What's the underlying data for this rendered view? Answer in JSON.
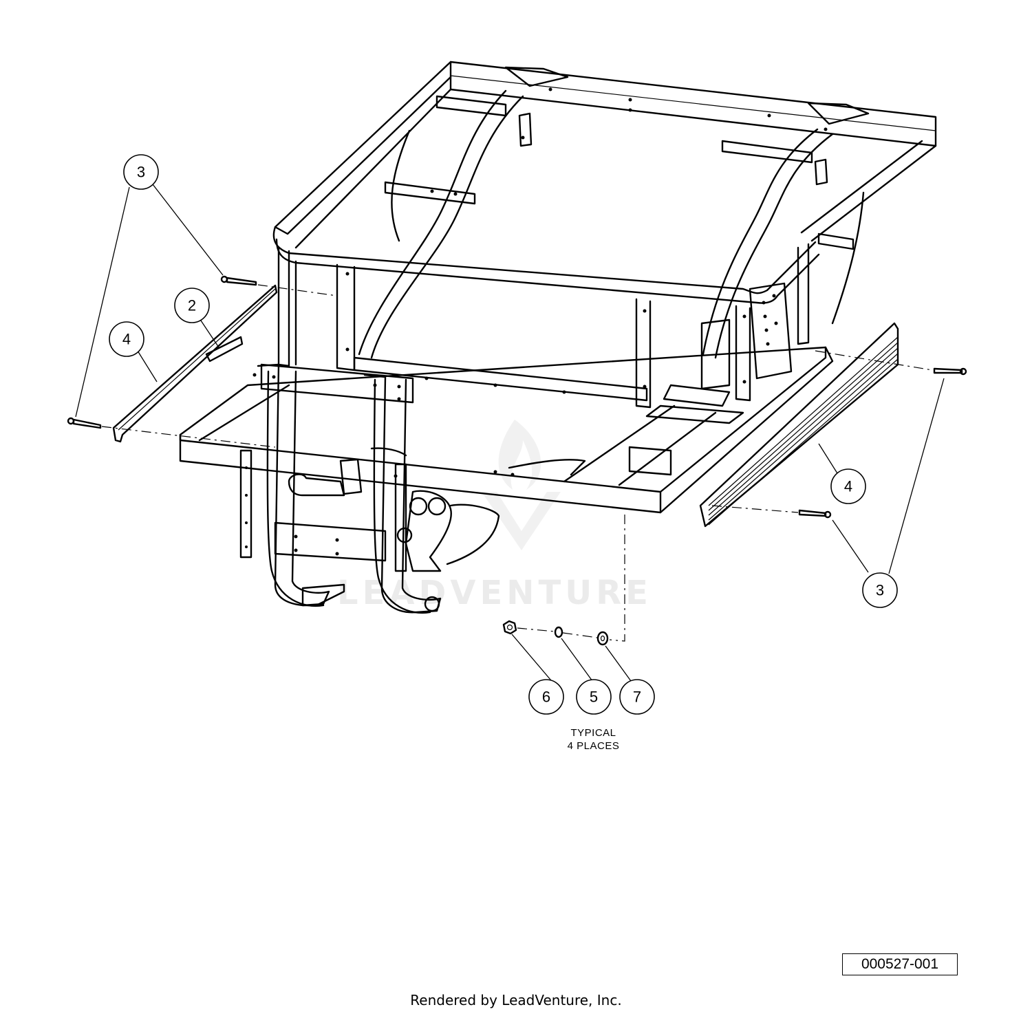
{
  "diagram": {
    "watermark": "LEADVENTURE",
    "callouts": [
      {
        "id": "callout-3-top-left",
        "label": "3"
      },
      {
        "id": "callout-2",
        "label": "2"
      },
      {
        "id": "callout-4-left",
        "label": "4"
      },
      {
        "id": "callout-4-right",
        "label": "4"
      },
      {
        "id": "callout-3-bottom-right",
        "label": "3"
      },
      {
        "id": "callout-6",
        "label": "6"
      },
      {
        "id": "callout-5",
        "label": "5"
      },
      {
        "id": "callout-7",
        "label": "7"
      }
    ],
    "note_lines": [
      "TYPICAL",
      "4 PLACES"
    ],
    "drawing_number": "000527-001"
  },
  "footer": {
    "credit": "Rendered by LeadVenture, Inc."
  }
}
